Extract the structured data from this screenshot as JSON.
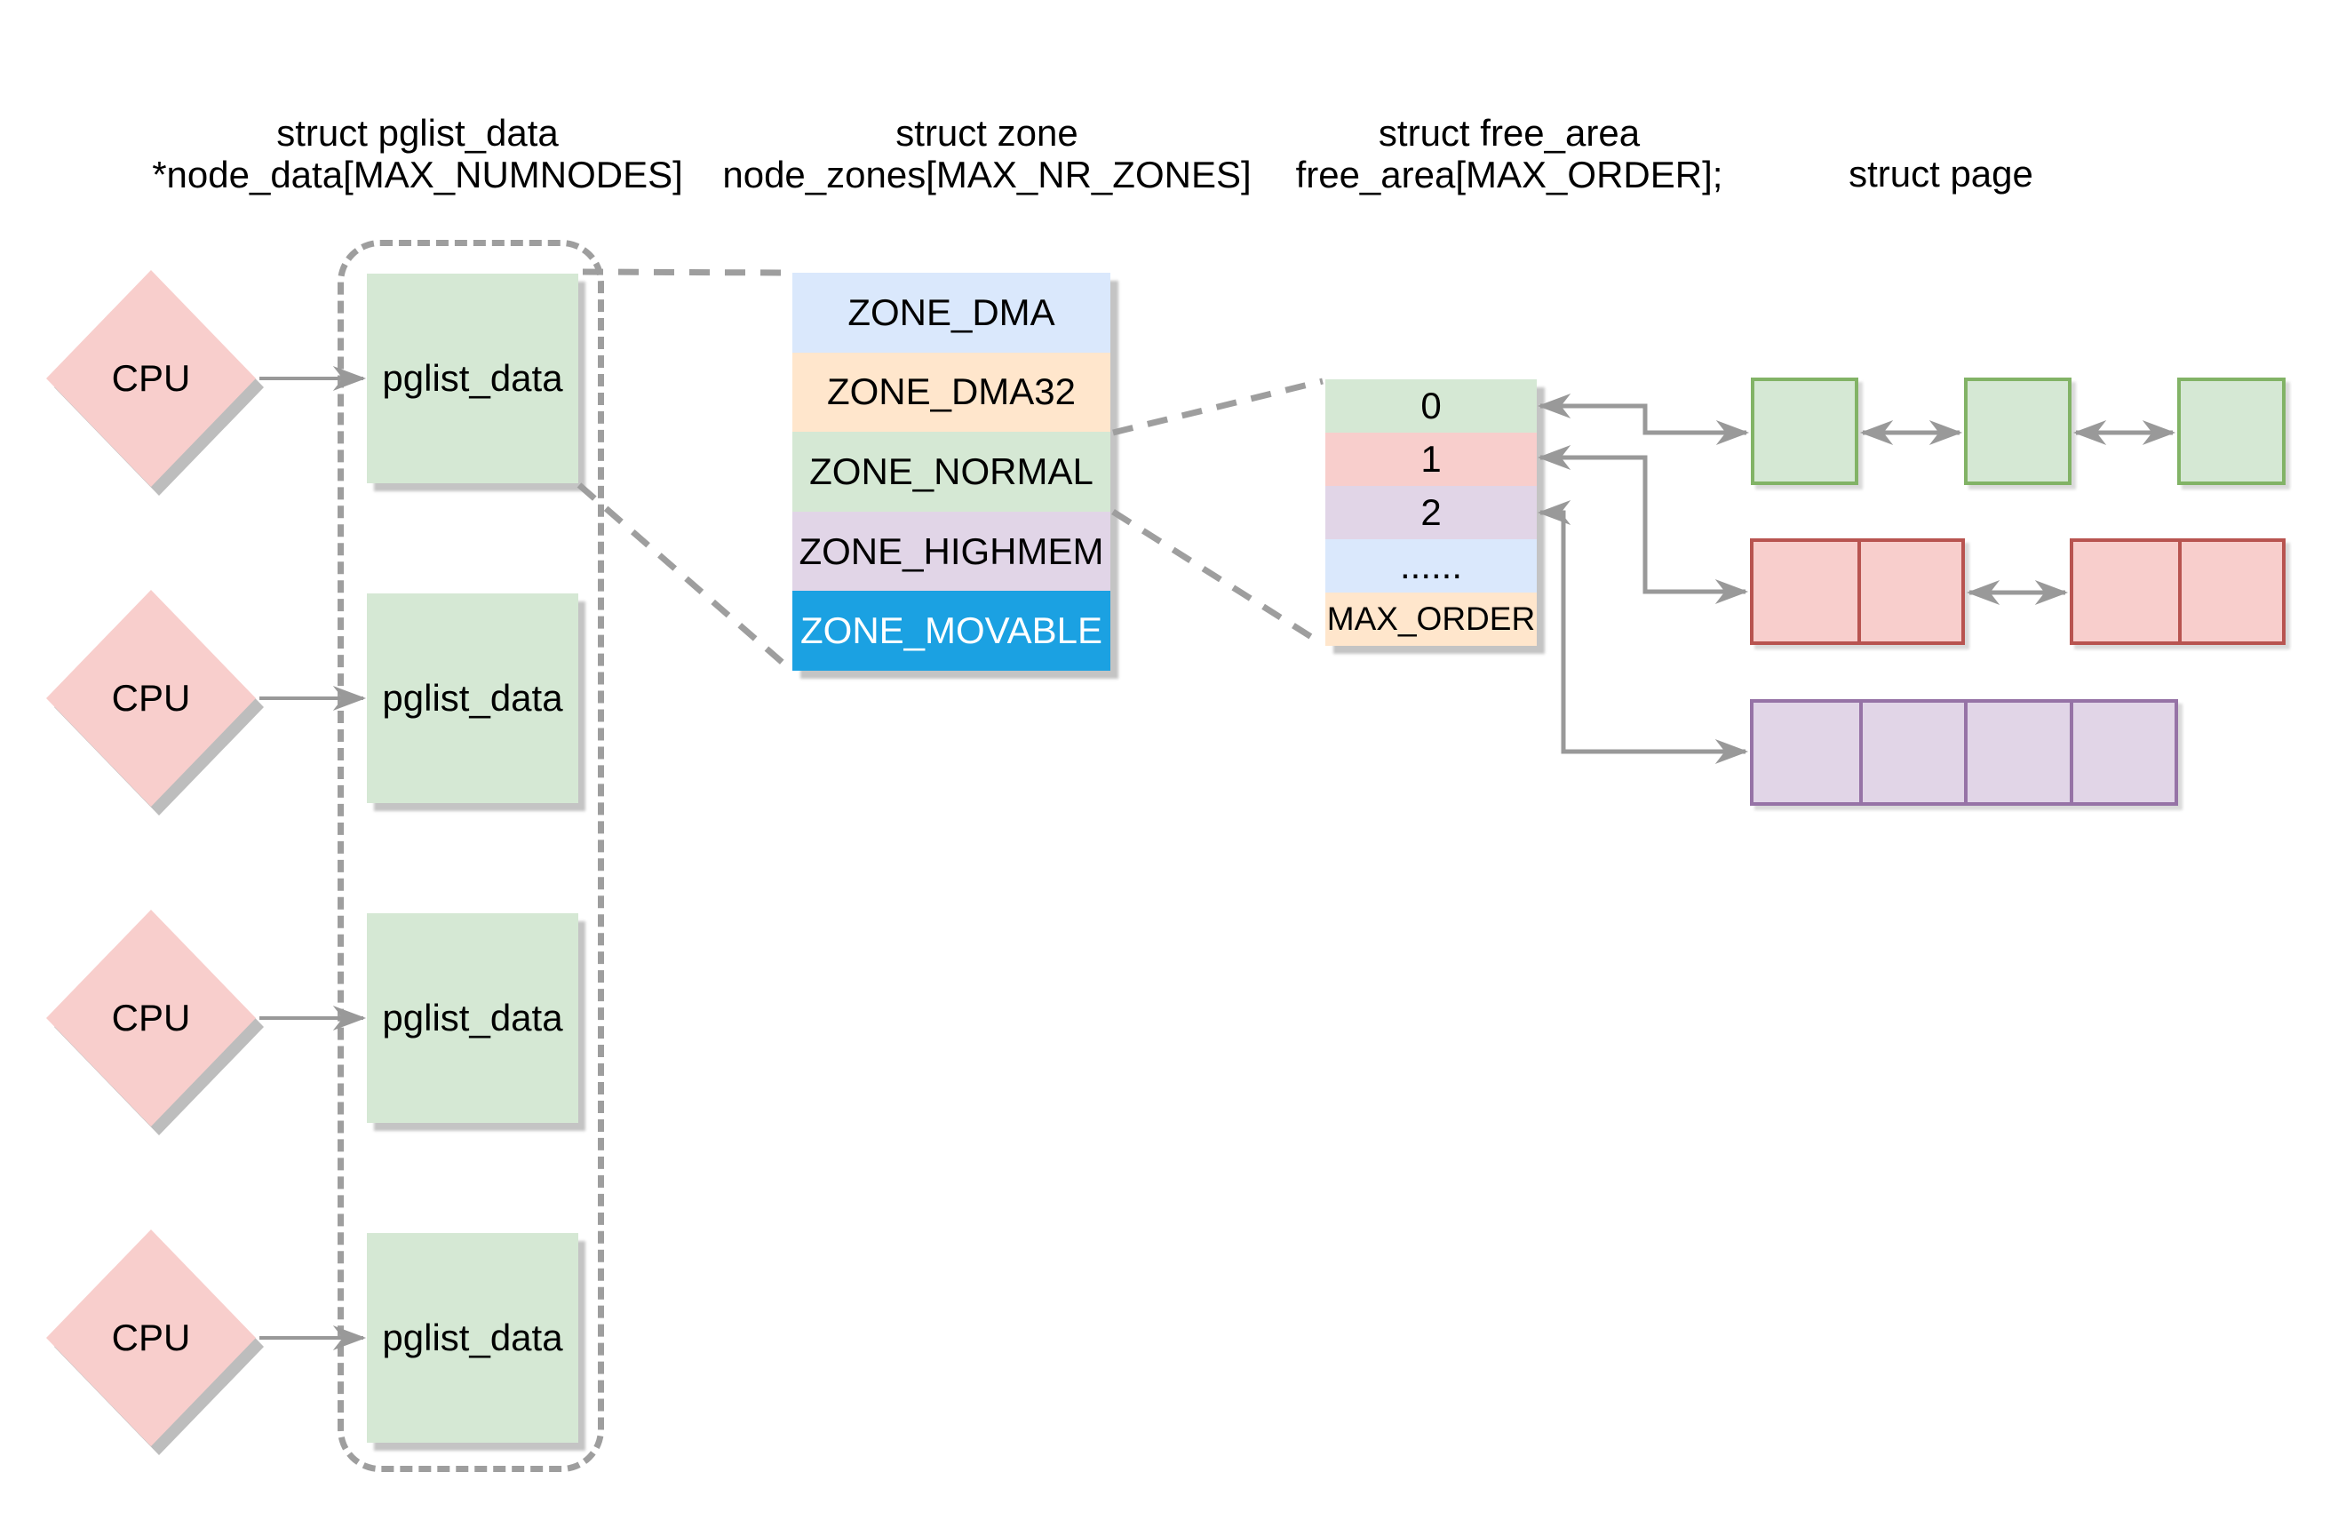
{
  "headers": {
    "pglist": {
      "line1": "struct pglist_data",
      "line2": "*node_data[MAX_NUMNODES]"
    },
    "zone": {
      "line1": "struct zone",
      "line2": "node_zones[MAX_NR_ZONES]"
    },
    "free_area": {
      "line1": "struct free_area",
      "line2": "free_area[MAX_ORDER];"
    },
    "page": {
      "line1": "struct page"
    }
  },
  "cpu_nodes": [
    {
      "cpu": "CPU",
      "node": "pglist_data"
    },
    {
      "cpu": "CPU",
      "node": "pglist_data"
    },
    {
      "cpu": "CPU",
      "node": "pglist_data"
    },
    {
      "cpu": "CPU",
      "node": "pglist_data"
    }
  ],
  "zones": [
    {
      "label": "ZONE_DMA",
      "fill": "#dae8fc",
      "text_color": "#000000"
    },
    {
      "label": "ZONE_DMA32",
      "fill": "#ffe6cc",
      "text_color": "#000000"
    },
    {
      "label": "ZONE_NORMAL",
      "fill": "#d5e8d4",
      "text_color": "#000000"
    },
    {
      "label": "ZONE_HIGHMEM",
      "fill": "#e1d5e7",
      "text_color": "#000000"
    },
    {
      "label": "ZONE_MOVABLE",
      "fill": "#1ba1e2",
      "text_color": "#ffffff"
    }
  ],
  "free_area_rows": [
    {
      "label": "0",
      "fill": "#d5e8d4"
    },
    {
      "label": "1",
      "fill": "#f8cecc"
    },
    {
      "label": "2",
      "fill": "#e1d5e7"
    },
    {
      "label": "......",
      "fill": "#dae8fc"
    },
    {
      "label": "MAX_ORDER",
      "fill": "#ffe6cc"
    }
  ],
  "page_lists": [
    {
      "order": "0",
      "blocks": 3,
      "pages_per_block": 1,
      "fill": "#d5e8d4",
      "border": "#82b366"
    },
    {
      "order": "1",
      "blocks": 2,
      "pages_per_block": 2,
      "fill": "#f8cecc",
      "border": "#b85450"
    },
    {
      "order": "2",
      "blocks": 1,
      "pages_per_block": 4,
      "fill": "#e1d5e7",
      "border": "#9673a6"
    }
  ],
  "colors": {
    "background": "#ffffff",
    "cpu_fill": "#f8cecc",
    "node_fill": "#d5e8d4",
    "connector": "#999999",
    "dashed_line": "#9e9e9e",
    "shadow": "#c4c4c4"
  }
}
